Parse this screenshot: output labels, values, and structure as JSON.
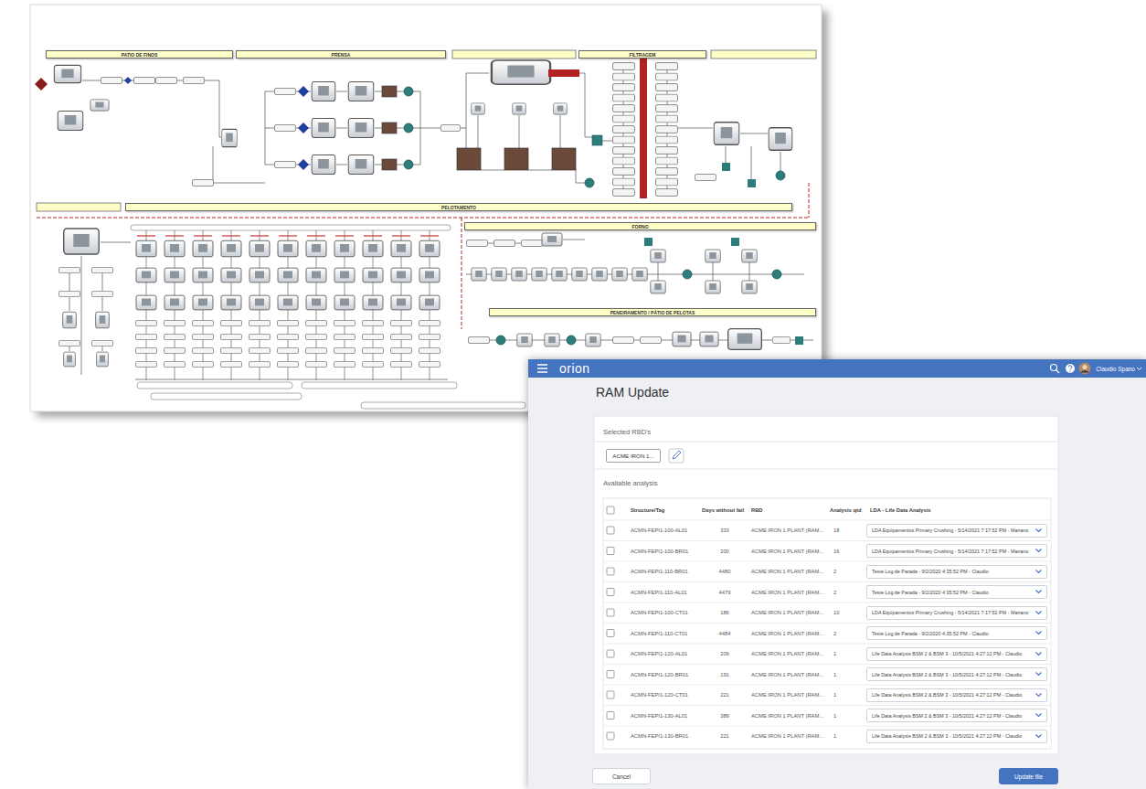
{
  "diagram": {
    "title": "RAM Update",
    "nodes": [
      {
        "text": [
          "PATIO DE FINOS"
        ]
      },
      {
        "text": [
          "PRENSA"
        ]
      },
      {
        "text": [
          "FILTRAGEM"
        ]
      },
      {
        "text": [
          "PELOTAMENTO"
        ]
      },
      {
        "text": [
          "FORNO"
        ]
      },
      {
        "text": [
          "PENEIRAMENTO / PÁTIO DE PELOTAS"
        ]
      },
      {
        "text": [
          "orion",
          "Claudio Spano"
        ]
      },
      {
        "text": [
          "Selected RBD's",
          "Avaliable analysis"
        ]
      },
      {
        "text": [
          "ACME IRON 1..."
        ],
        "in": 7
      },
      {
        "text": [
          "LDA Equipamentos Primary Crushing - 5/14/2021 7:17:52 PM - Mariano"
        ],
        "in": 7
      },
      {
        "text": [
          "LDA Equipamentos Primary Crushing - 5/14/2021 7:17:52 PM - Mariano"
        ],
        "in": 7
      },
      {
        "text": [
          "Teste Log de Parada - 9/2/2020 4:35:52 PM - Claudio"
        ],
        "in": 7
      },
      {
        "text": [
          "Teste Log de Parada - 9/2/2020 4:35:52 PM - Claudio"
        ],
        "in": 7
      },
      {
        "text": [
          "LDA Equipamentos Primary Crushing - 5/14/2021 7:17:52 PM - Mariano"
        ],
        "in": 7
      },
      {
        "text": [
          "Teste Log de Parada - 9/2/2020 4:35:52 PM - Claudio"
        ],
        "in": 7
      },
      {
        "text": [
          "Life Data Analysis BSM 2 & BSM 3 - 10/5/2021 4:27:12 PM - Claudio"
        ],
        "in": 7
      },
      {
        "text": [
          "Life Data Analysis BSM 2 & BSM 3 - 10/5/2021 4:27:12 PM - Claudio"
        ],
        "in": 7
      },
      {
        "text": [
          "Life Data Analysis BSM 2 & BSM 3 - 10/5/2021 4:27:12 PM - Claudio"
        ],
        "in": 7
      },
      {
        "text": [
          "Life Data Analysis BSM 2 & BSM 3 - 10/5/2021 4:27:12 PM - Claudio"
        ],
        "in": 7
      },
      {
        "text": [
          "Life Data Analysis BSM 2 & BSM 3 - 10/5/2021 4:27:12 PM - Claudio"
        ],
        "in": 7
      },
      {
        "text": [
          "Cancel"
        ]
      },
      {
        "text": [
          "Update file"
        ]
      }
    ],
    "labels": [
      "Structure/Tag",
      "Days without fail",
      "RBD",
      "Analysis qtd",
      "LDA - Life Data Analysis",
      "ACMN-FEPI1-100-AL01",
      "333",
      "ACME IRON 1 PLANT (RAM...",
      "18",
      "ACMN-FEPI1-100-BR01",
      "200",
      "ACME IRON 1 PLANT (RAM...",
      "16",
      "ACMN-FEPI1-110-BR01",
      "4480",
      "ACME IRON 1 PLANT (RAM...",
      "2",
      "ACMN-FEPI1-110-AL01",
      "4479",
      "ACME IRON 1 PLANT (RAM...",
      "2",
      "ACMN-FEPI1-100-CT01",
      "186",
      "ACME IRON 1 PLANT (RAM...",
      "10",
      "ACMN-FEPI1-110-CT01",
      "4484",
      "ACME IRON 1 PLANT (RAM...",
      "2",
      "ACMN-FEPI1-120-AL01",
      "209",
      "ACME IRON 1 PLANT (RAM...",
      "1",
      "ACMN-FEPI1-120-BR01",
      "191",
      "ACME IRON 1 PLANT (RAM...",
      "1",
      "ACMN-FEPI1-120-CT01",
      "221",
      "ACME IRON 1 PLANT (RAM...",
      "1",
      "ACMN-FEPI1-130-AL01",
      "389",
      "ACME IRON 1 PLANT (RAM...",
      "1",
      "ACMN-FEPI1-130-BR01",
      "221",
      "ACME IRON 1 PLANT (RAM...",
      "1"
    ]
  }
}
